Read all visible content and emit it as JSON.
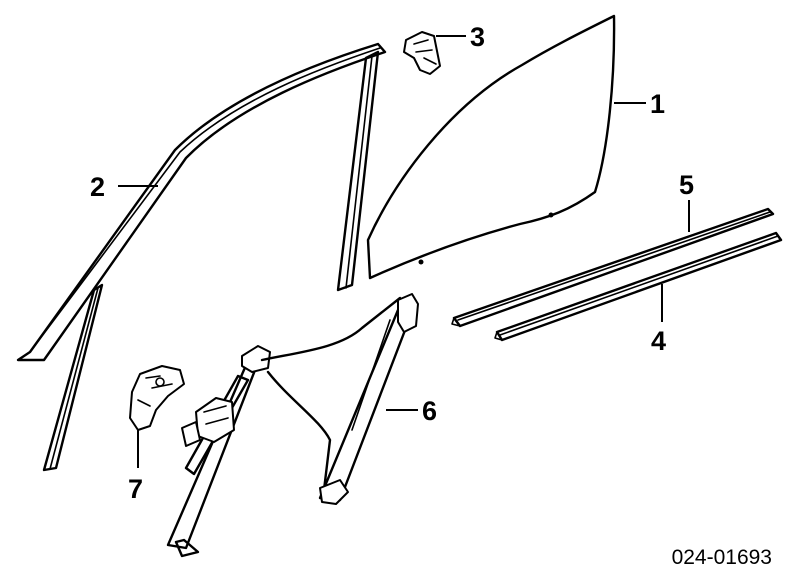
{
  "diagram": {
    "part_code": "024-01693",
    "callouts": [
      {
        "id": "callout-1",
        "label": "1"
      },
      {
        "id": "callout-2",
        "label": "2"
      },
      {
        "id": "callout-3",
        "label": "3"
      },
      {
        "id": "callout-4",
        "label": "4"
      },
      {
        "id": "callout-5",
        "label": "5"
      },
      {
        "id": "callout-6",
        "label": "6"
      },
      {
        "id": "callout-7",
        "label": "7"
      }
    ]
  }
}
